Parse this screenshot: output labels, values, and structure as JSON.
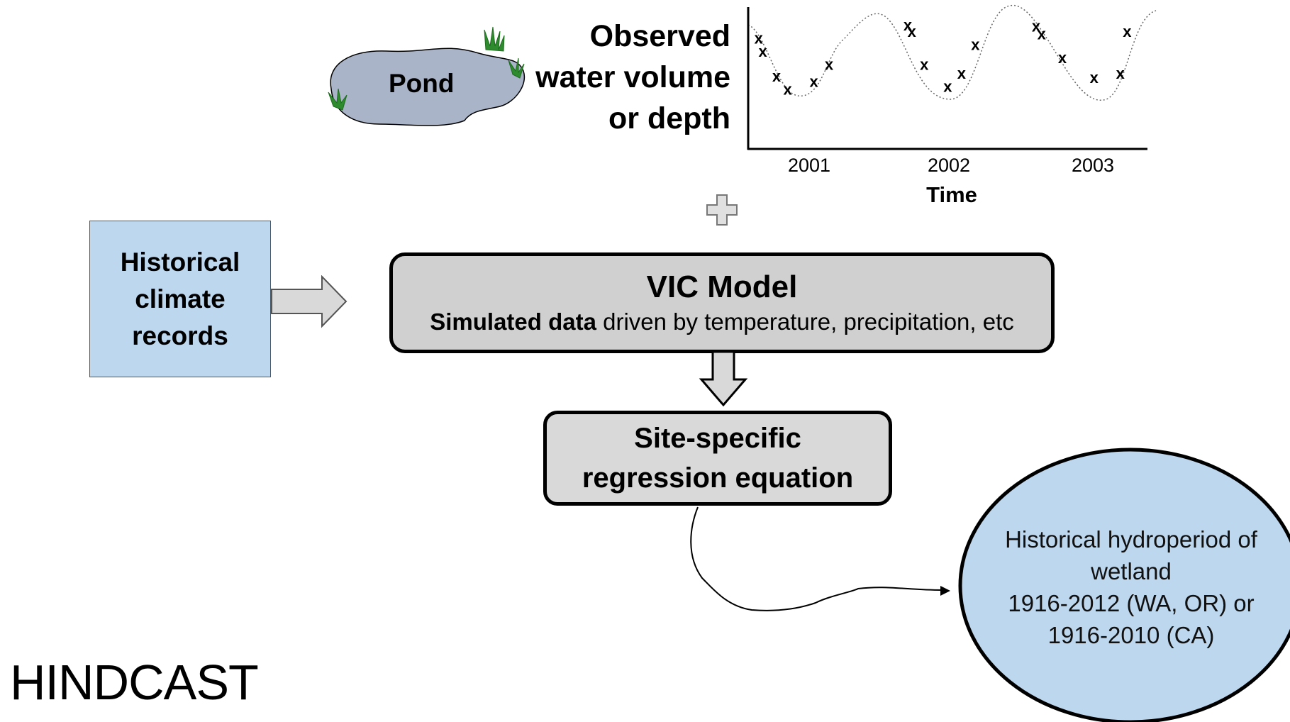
{
  "pond": {
    "label": "Pond",
    "fill": "#aab4c8",
    "grass_color": "#2e8b2e"
  },
  "observed": {
    "lines": [
      "Observed",
      "water volume",
      "or depth"
    ]
  },
  "chart_data": {
    "type": "scatter",
    "xlabel": "Time",
    "x_tick_labels": [
      "2001",
      "2002",
      "2003"
    ],
    "marker": "x",
    "series": [
      {
        "values_x": [
          2000.55,
          2000.58,
          2000.68,
          2000.76,
          2000.95,
          2001.06,
          2001.63,
          2001.66,
          2001.75,
          2001.92,
          2002.02,
          2002.12,
          2002.56,
          2002.6,
          2002.75,
          2002.98,
          2003.17,
          2003.22
        ],
        "values_y": [
          0.75,
          0.65,
          0.46,
          0.36,
          0.42,
          0.55,
          0.85,
          0.8,
          0.55,
          0.38,
          0.48,
          0.7,
          0.84,
          0.78,
          0.6,
          0.45,
          0.48,
          0.8
        ]
      }
    ]
  },
  "plus_symbol": "+",
  "climate": {
    "lines": [
      "Historical",
      "climate",
      "records"
    ],
    "fill": "#bdd7ee"
  },
  "vic": {
    "title": "VIC Model",
    "sub_bold": "Simulated data",
    "sub_rest": " driven by temperature, precipitation, etc"
  },
  "regression": {
    "lines": [
      "Site-specific",
      "regression equation"
    ]
  },
  "output": {
    "lines": [
      "Historical hydroperiod of",
      "wetland",
      "1916-2012 (WA, OR) or",
      "1916-2010 (CA)"
    ],
    "fill": "#bdd7ee"
  },
  "footer": {
    "label": "HINDCAST"
  }
}
